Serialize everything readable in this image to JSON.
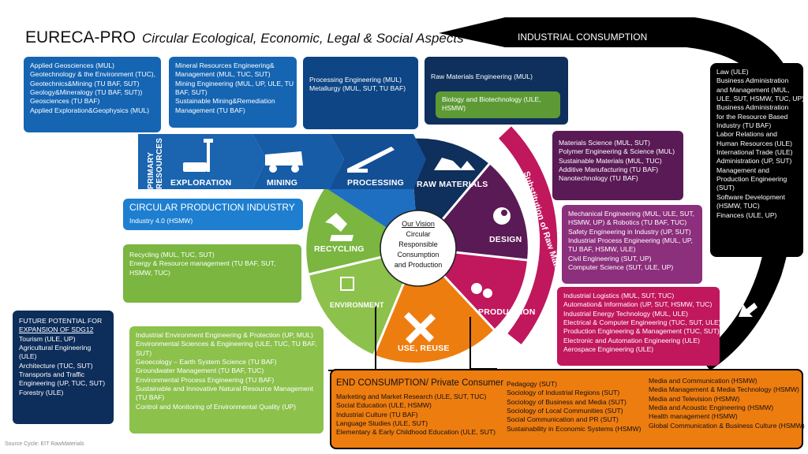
{
  "title": {
    "main": "EURECA-PRO",
    "subtitle": "Circular Ecological, Economic, Legal & Social Aspects"
  },
  "industrial_consumption": "INDUSTRIAL CONSUMPTION",
  "boxes": {
    "geosciences": [
      "Applied Geosciences (MUL)",
      "Geotechnology & the Environment (TUC),",
      "Geotechnics&Mining (TU BAF, SUT)",
      "Geology&Mineralogy (TU BAF, SUT))",
      "Geosciences (TU BAF)",
      "Applied Exploration&Geophysics (MUL)"
    ],
    "mineral": [
      "Mineral Resources  Engineering&",
      "Management (MUL, TUC, SUT)",
      "Mining Engineering (MUL, UP, ULE, TU",
      "BAF, SUT)",
      "Sustainable Mining&Remediation",
      "Management (TU BAF)"
    ],
    "processing": [
      "Processing Engineering (MUL)",
      "Metallurgy (MUL, SUT, TU BAF)"
    ],
    "raw_materials": [
      "Raw Materials Engineering (MUL)"
    ],
    "biology": [
      "Biology and Biotechnology (ULE,",
      "HSMW)"
    ],
    "materials_science": [
      "Materials Science (MUL, SUT)",
      "Polymer Engineering & Science (MUL)",
      "Sustainable Materials (MUL, TUC)",
      "Additive Manufacturing (TU BAF)",
      "Nanotechnology (TU BAF)"
    ],
    "mechanical": [
      "Mechanical Engineering (MUL, ULE, SUT,",
      "HSMW, UP) & Robotics (TU BAF, TUC)",
      "Safety Engineering in Industry (UP, SUT)",
      "Industrial Process Engineering (MUL, UP,",
      "TU BAF, HSMW, ULE)",
      "Civil Engineering (SUT, UP)",
      "Computer Science (SUT, ULE, UP)"
    ],
    "logistics": [
      "Industrial Logistics (MUL, SUT, TUC)",
      "Automation& Information (UP, SUT, HSMW, TUC)",
      "Industrial Energy Technology (MUL, ULE)",
      "Electrical & Computer Engineering (TUC, SUT, ULE)",
      "Production Engineering & Management (TUC, SUT)",
      "Electronic and Automation Engineering (ULE)",
      "Aerospace Engineering (ULE)"
    ],
    "law": [
      "Law (ULE)",
      "Business Administration",
      "and Management (MUL,",
      "ULE, SUT, HSMW, TUC, UP)",
      "Business Administration",
      "for the Resource Based",
      "Industry (TU BAF)",
      "Labor Relations and",
      "Human Resources (ULE)",
      "International Trade (ULE)",
      "Administration (UP, SUT)",
      "Management and",
      "Production Engineering",
      "(SUT)",
      "Software Development",
      "(HSMW, TUC)",
      "Finances (ULE, UP)"
    ],
    "recycling": [
      "Recycling (MUL, TUC, SUT)",
      "Energy & Resource management (TU BAF, SUT,",
      "HSMW, TUC)"
    ],
    "environment": [
      "Industrial Environment Engineering & Protection (UP, MUL)",
      "Environmental Sciences & Engineering (ULE, TUC, TU BAF,",
      "SUT)",
      "Geoecology – Earth System Science (TU BAF)",
      "Groundwater Management (TU BAF, TUC)",
      "Environmental Process Engineering (TU BAF)",
      "Sustainable and Innovative Natural Resource Management",
      "(TU BAF)",
      "Control and Monitoring of Environmental Quality (UP)"
    ],
    "future": {
      "line1": "FUTURE POTENTIAL FOR",
      "line2": "EXPANSION OF SDG12",
      "items": [
        "Tourism (ULE, UP)",
        "Agricultural Engineering",
        "(ULE)",
        "Architecture (TUC, SUT)",
        "Transports and Traffic",
        "Engineering (UP, TUC, SUT)",
        "Forestry (ULE)"
      ]
    }
  },
  "cpi": {
    "title": "CIRCULAR PRODUCTION INDUSTRY",
    "sub": "Industry 4.0 (HSMW)"
  },
  "stages": {
    "primary": [
      "PRIMARY",
      "RESOURCES"
    ],
    "exploration": "EXPLORATION",
    "mining": "MINING",
    "processing": "PROCESSING",
    "raw_materials": "RAW MATERIALS",
    "design": "DESIGN",
    "production": "PRODUCTION",
    "use_reuse": "USE, REUSE",
    "environment": "ENVIRONMENT",
    "recycling": "RECYCLING"
  },
  "vision": {
    "heading": "Our Vision",
    "lines": [
      "Circular",
      "Responsible",
      "Consumption",
      "and Production"
    ]
  },
  "substitution": "Substitution of Raw Materials",
  "end_consumption": {
    "title": "END CONSUMPTION/ Private Consumer",
    "col1": [
      "Marketing and Market Research (ULE, SUT, TUC)",
      "Social Education (ULE, HSMW)",
      "Industrial Culture (TU BAF)",
      "Language Studies (ULE, SUT)",
      "Elementary & Early Childhood Education (ULE, SUT)"
    ],
    "col2": [
      "Pedagogy (SUT)",
      "Sociology of Industrial Regions (SUT)",
      "Sociology of Business and Media  (SUT)",
      "Sociology of Local Communities (SUT)",
      "Social Communication and PR (SUT)",
      "Sustainability in Economic Systems  (HSMW)"
    ],
    "col3": [
      "Media and Communication (HSMW)",
      "Media Management & Media Technology (HSMW)",
      "Media and Television (HSMW)",
      "Media and Acoustic Engineering (HSMW)",
      "Health management (HSMW)",
      "Global Communication & Business Culture (HSMW)"
    ]
  },
  "source": "Source Cycle: EIT RawMaterials",
  "colors": {
    "dark_blue": "#0d3f7a",
    "mid_blue": "#1565b3",
    "bright_blue": "#1e7fd0",
    "navy": "#0f2f5c",
    "purple": "#5a1a55",
    "magenta": "#c0175d",
    "orange": "#ee7d10",
    "green": "#7ab640",
    "dark_green": "#4f9a2a",
    "black": "#000000"
  }
}
